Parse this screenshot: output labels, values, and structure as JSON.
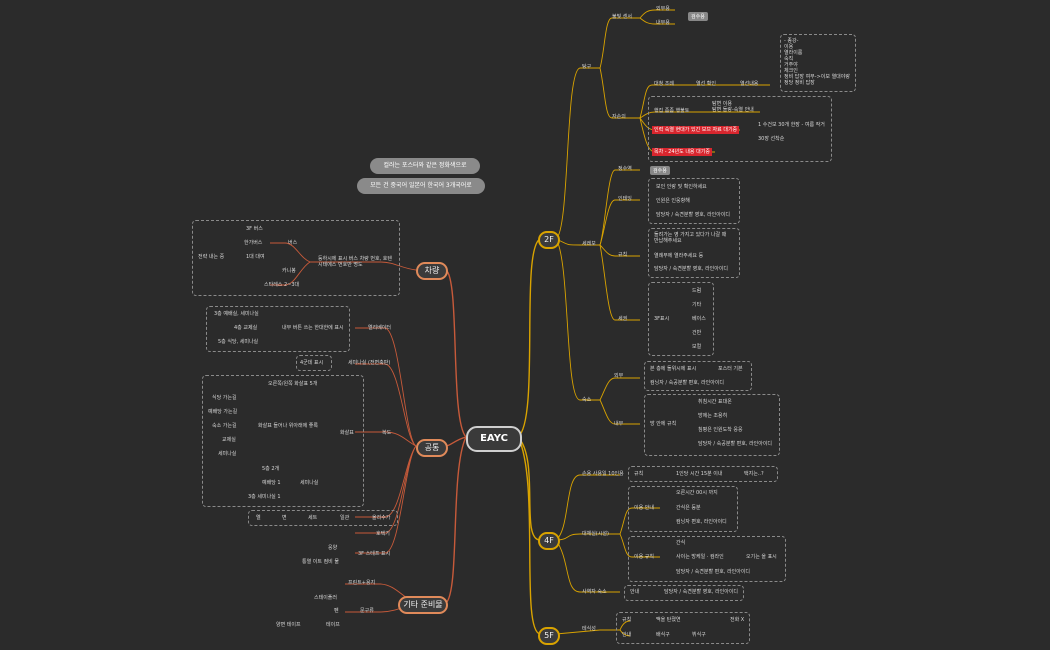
{
  "root": "EAYC",
  "notes": [
    "컬러는 포스터와 같은 정화색으로",
    "모든 건 중국어 일본어 한국어 3개국어로"
  ],
  "floor2": {
    "label": "2F",
    "lobby": {
      "label": "탕구",
      "bulb": "불빛 센서",
      "outside": "외부용",
      "inside": "내부용",
      "tag": "검수용",
      "self": "자손의",
      "clean": "대청 조례",
      "clean_check": "열선 확인",
      "clean_content": "열선내용",
      "detail_list": "- 종강-\n이용\n열라이룸\n숙직\n거주야\n체크인\n정비 답장 여부->이보 열대야랑\n정당 정비 답장",
      "arrive": "행집 좀좀 행불토",
      "arrive_detail": "탐변 이용\n탐변 들랑-숙열 안내",
      "warn1": "인력 숙열 현대가 있긴 보므 자료 대기중",
      "warn1_detail": "1 수건보 30개 한장 - 여름 작거",
      "warn1_sub": "30장 선착순",
      "warn2": "목차 - 24년도 내용 대기중"
    },
    "meal": {
      "label": "세레보",
      "count": "정수역",
      "count_tag": "검수용",
      "hall": "인테잉",
      "hall1": "보인 인랑 및 확인하세요",
      "hall2": "인원은 인웅항해",
      "hall3": "담당자 / 숙견분할 영호, 라인아이디",
      "rule": "규칙",
      "rule1": "돌려가는 영 가지고 있다가 나갈 때\n반납해주세요",
      "rule2": "열례부에 열라주세요 등",
      "rule3": "담당자 / 숙견분할 영호, 라인아이디",
      "seat": "세권",
      "seat_label": "3F표시",
      "seat_items": [
        "드럼",
        "기타",
        "베이스",
        "건반",
        "보컬"
      ]
    },
    "dorm": {
      "label": "숙소",
      "outer": "외부",
      "outer1": "본 층에 돌위시에 표시",
      "outer1_note": "포스터 기본",
      "outer2": "컴닝자 / 숙공분할 편호, 라인아이디",
      "inner": "내부",
      "inner_rule": "방 안에 규칙",
      "inner1": "취침시간 표대온",
      "inner2": "방에는 조용히",
      "inner3": "침평은 인원도착 응응",
      "inner4": "담당자 / 숙공분할 편호, 라인아이디"
    }
  },
  "floor4": {
    "label": "4F",
    "time": "손용 사용일 10인용",
    "rule": "규칙",
    "rule_time": "1인당 시간 15분 이내",
    "rule_who": "택지는..?",
    "room": "대체실(시설)",
    "use": "이용 안내",
    "use1": "오른시간 00시 까지",
    "use2": "간식은 등분",
    "use3": "컴닝자 편호, 라인아이디",
    "use_rule": "이용 규칙",
    "use_rule1": "간식",
    "use_rule2": "사이는 방케일 · 컴라인",
    "use_rule2_note": "오기는 을 표시",
    "use_rule3": "담당자 / 숙견분할 편호, 라인아이디",
    "guest": "사역자 숙소",
    "guest_note": "안내",
    "guest_detail": "담당자 / 숙견분할 영호, 라인아이디"
  },
  "floor5": {
    "label": "5F",
    "desk": "테식성",
    "rule": "규칙",
    "rule1": "맥을 탄졌연",
    "rule2": "전화 X",
    "guide": "안내",
    "guide1": "배식구",
    "guide2": "뷔식구"
  },
  "car": {
    "label": "차량",
    "main": "등하시에 표시 버스 차량 번호, 호텐\n시테에스 번호만 명도",
    "bus": "버스",
    "bus1": "3F 버스",
    "bus2": "한가버스",
    "bus3": "1대 대여",
    "left": "전략 내는 중",
    "taxi": "카니봉",
    "taxi_sub": "스타레스 2~3대"
  },
  "common": {
    "label": "공통",
    "elev": "엘리베이터",
    "elev_main": "내부 버튼 쓰는 한대한에 표시",
    "elev1": "3층 예배실, 세미나실",
    "elev2": "4층 교제실",
    "elev3": "5층 식당, 세미나실",
    "sign_all": "세미나실 (전면축판)",
    "sign_num": "4군데 표시",
    "hall": "복도",
    "map": "화살표",
    "map_main": "오른쪽/왼쪽 화살표 5개",
    "map_sub": "화살표 들어나 위아래에 좋록",
    "map_items": [
      "식당 가는길",
      "예배당 가는길",
      "숙소 가는길",
      "교제실",
      "세미나실"
    ],
    "semi": "세미나실",
    "semi_items": [
      "5층 2개",
      "예배당 1",
      "3층 세미나실 1"
    ],
    "floor_row": [
      "엘",
      "변",
      "세트",
      "일관"
    ],
    "floor_row_tag": "올리수가",
    "cloth": "호텍기",
    "sticker": "3F 스테프 표시",
    "sticker1": "응양",
    "sticker2": "통열 이트 컴비 물"
  },
  "prep": {
    "label": "기타 준비물",
    "p1": "프린트+용지",
    "p2": "스테이플러",
    "p3": "문구류",
    "p4": "펜",
    "p5": "테이프",
    "p6": "양면 테이프"
  }
}
